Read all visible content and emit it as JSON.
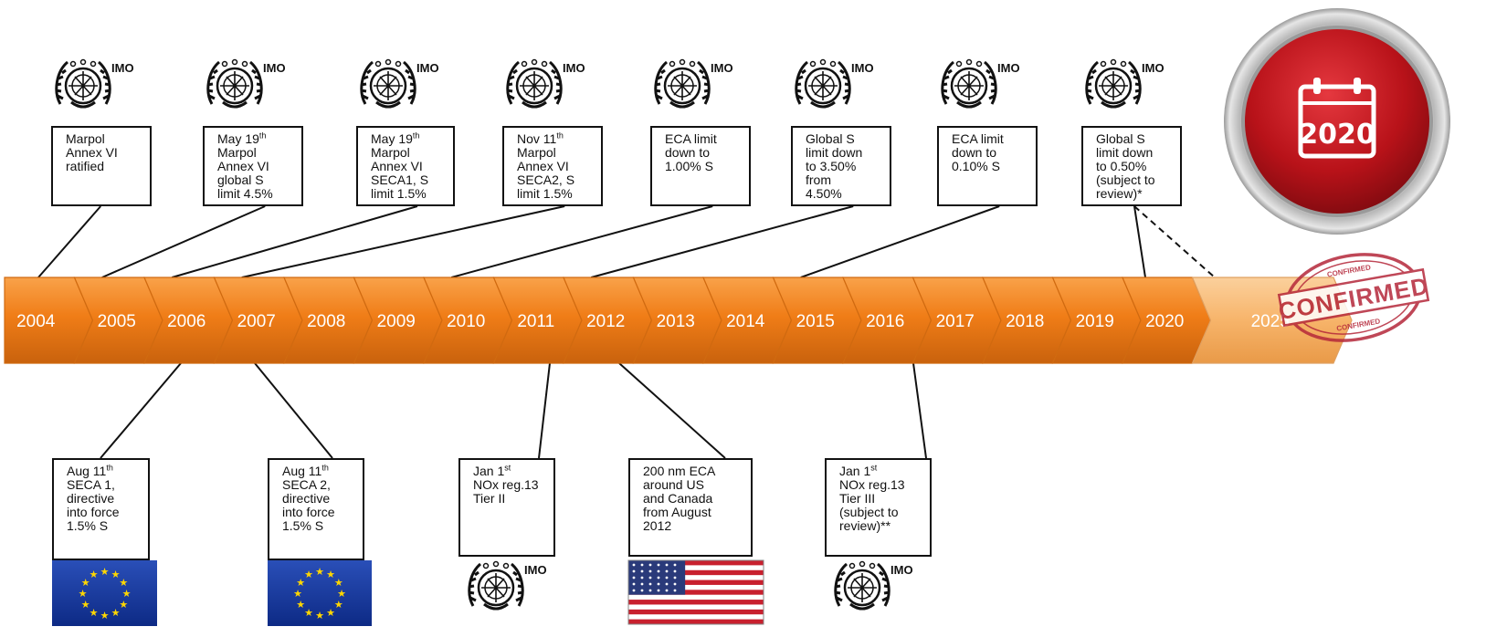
{
  "timeline": {
    "years": [
      "2004",
      "2005",
      "2006",
      "2007",
      "2008",
      "2009",
      "2010",
      "2011",
      "2012",
      "2013",
      "2014",
      "2015",
      "2016",
      "2017",
      "2018",
      "2019",
      "2020",
      "2025"
    ],
    "colors": {
      "arrow": "#f07d17",
      "arrow_dark": "#c8600a",
      "arrow_light": "#f6b66e",
      "final_arrow": "#f7b46a"
    }
  },
  "imo_label": "IMO",
  "top_events": [
    {
      "lines": [
        "Marpol",
        "Annex VI",
        "ratified"
      ],
      "year": "2004"
    },
    {
      "lines": [
        "May 19|th",
        "Marpol",
        "Annex VI",
        "global S",
        "limit 4.5%"
      ],
      "year": "2005"
    },
    {
      "lines": [
        "May 19|th",
        "Marpol",
        "Annex VI",
        "SECA1, S",
        "limit 1.5%"
      ],
      "year": "2006"
    },
    {
      "lines": [
        "Nov 11|th",
        "Marpol",
        "Annex VI",
        "SECA2, S",
        "limit 1.5%"
      ],
      "year": "2007"
    },
    {
      "lines": [
        "ECA limit",
        "down to",
        "1.00% S"
      ],
      "year": "2010"
    },
    {
      "lines": [
        "Global S",
        "limit down",
        "to 3.50%",
        "from",
        "4.50%"
      ],
      "year": "2012"
    },
    {
      "lines": [
        "ECA limit",
        "down to",
        "0.10% S"
      ],
      "year": "2015"
    },
    {
      "lines": [
        "Global S",
        "limit down",
        "to 0.50%",
        "(subject to",
        "review)*"
      ],
      "year": "2020"
    }
  ],
  "bottom_events": [
    {
      "lines": [
        "Aug 11|th",
        "SECA 1,",
        "directive",
        "into force",
        "1.5% S"
      ],
      "year": "2006",
      "emblem": "eu-flag"
    },
    {
      "lines": [
        "Aug 11|th",
        "SECA 2,",
        "directive",
        "into force",
        "1.5% S"
      ],
      "year": "2007",
      "emblem": "eu-flag"
    },
    {
      "lines": [
        "Jan 1|st",
        "NOx reg.13",
        "Tier II"
      ],
      "year": "2011",
      "emblem": "imo-logo"
    },
    {
      "lines": [
        "200 nm ECA",
        "around US",
        "and Canada",
        "from  August",
        "2012"
      ],
      "year": "2012",
      "emblem": "us-flag"
    },
    {
      "lines": [
        "Jan 1|st",
        "NOx reg.13",
        "Tier III",
        "(subject to",
        "review)**"
      ],
      "year": "2016",
      "emblem": "imo-logo"
    }
  ],
  "badge": {
    "text": "2020",
    "color": "#c0141c"
  },
  "stamp": {
    "main": "CONFIRMED",
    "small_top": "CONFIRMED",
    "small_bottom": "CONFIRMED",
    "color": "#b5283a"
  }
}
